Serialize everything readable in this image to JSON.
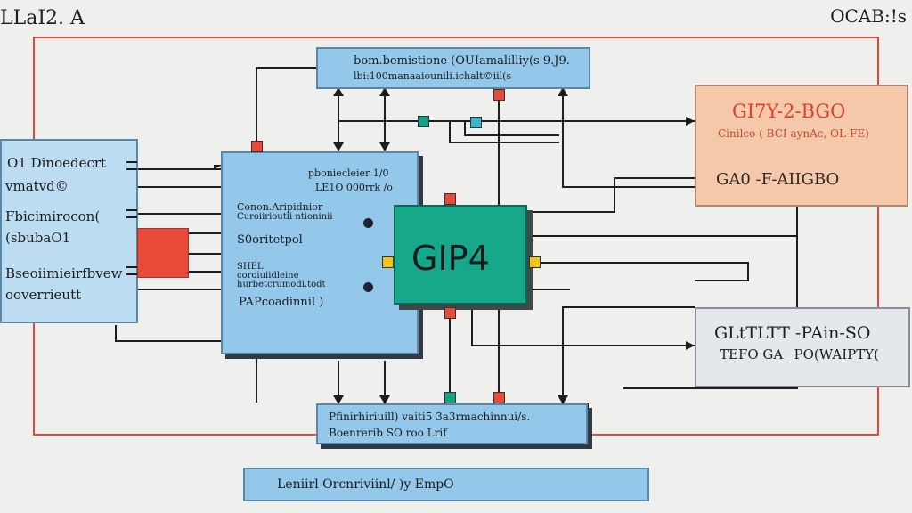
{
  "corner_labels": {
    "left": "LLaI2. A",
    "right": "OCAB:!s"
  },
  "top_box": {
    "line1": "bom.bemistione (OUIamalilliy(s 9.J9.",
    "line2": "lbi:100manaaiounili.ichalt©iil(s"
  },
  "left_box": {
    "lines": [
      "O1 Dinoedecrt",
      "vmatvd©",
      "Fbicimirocon(",
      "(sbubaO1",
      "Bseoiimieirfbvew",
      "ooverrieutt"
    ]
  },
  "mid_box": {
    "header1": "pboniecleier 1/0",
    "header2": "LE1O 000rrk /o",
    "lines": [
      "Conon.Aripidnior",
      "Curoiirioutii ntioninii",
      "S0oritetpol",
      "SHEL",
      "coroiuiidleine",
      "hurbetcrumodi.todt",
      "PAPcoadinnil )"
    ]
  },
  "center_box": {
    "label": "GIP4"
  },
  "salmon_box": {
    "title": "GI7Y-2-BGO",
    "subtitle": "Cinilco ( BCI aynAc, OL-FE)",
    "line3": "GA0 -F-AIIGBO"
  },
  "gray_box": {
    "title": "GLtTLTT -PAin-SO",
    "subtitle": "TEFO GA_ PO(WAIPTY("
  },
  "bottom_box": {
    "line1": "Pfinirhiriuill)   vaiti5 3a3rmachinnui/s.",
    "line2": "Boenrerib SO roo Lrif"
  },
  "footer_box": {
    "label": "Leniirl Orcnriviinl/ )y EmpO"
  },
  "colors": {
    "border_red": "#e0483c",
    "wire": "#1d1d1d",
    "blue": "#93c8ea",
    "teal": "#17a88c",
    "salmon": "#f6c8aa",
    "pad_red": "#e84a3a",
    "pad_yellow": "#f2c419",
    "pad_cyan": "#3db5c8"
  }
}
